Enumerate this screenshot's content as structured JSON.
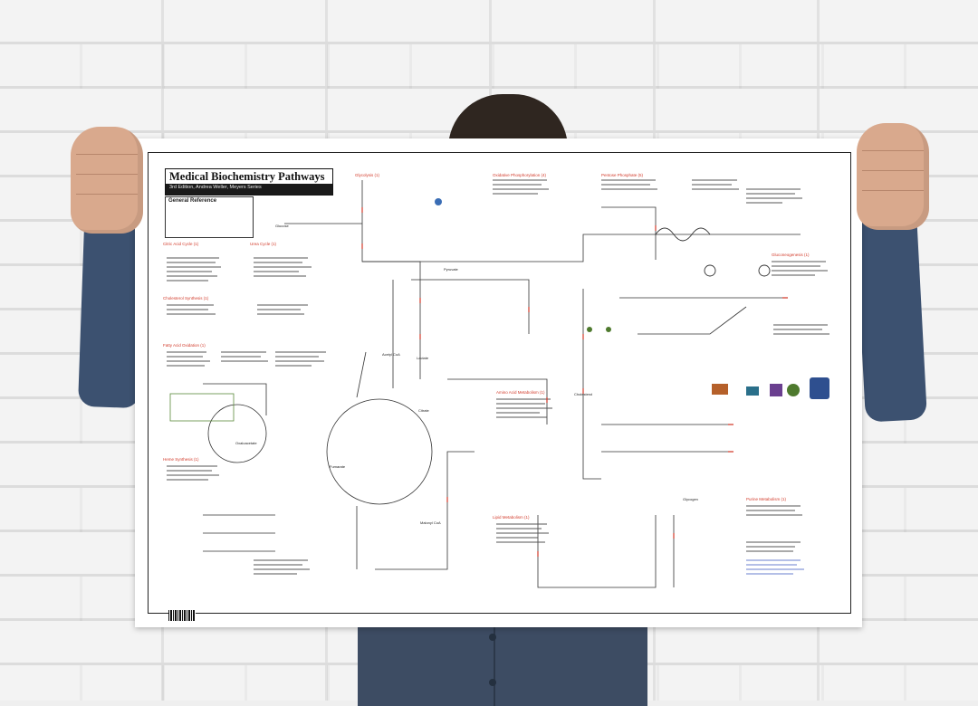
{
  "poster": {
    "title": "Medical Biochemistry Pathways",
    "subtitle": "3rd Edition, Andrea Weller, Meyers Series",
    "general_reference": "General Reference",
    "headers": [
      "Glycolysis (1)",
      "Oxidative Phosphorylation (4)",
      "Pentose Phosphate (5)",
      "Citric Acid Cycle (1)",
      "Urea Cycle (1)",
      "Cholesterol Synthesis (1)",
      "Fatty Acid Oxidation (1)",
      "Heme Synthesis (1)",
      "Amino Acid Metabolism (1)",
      "Lipid Metabolism (1)",
      "Gluconeogenesis (1)",
      "Purine Metabolism (1)"
    ],
    "labels": [
      "Glucose",
      "Pyruvate",
      "Acetyl CoA",
      "Citrate",
      "Malonyl CoA",
      "Lactate",
      "Fumarate",
      "Glycogen",
      "Cholesterol",
      "Oxaloacetate"
    ]
  }
}
